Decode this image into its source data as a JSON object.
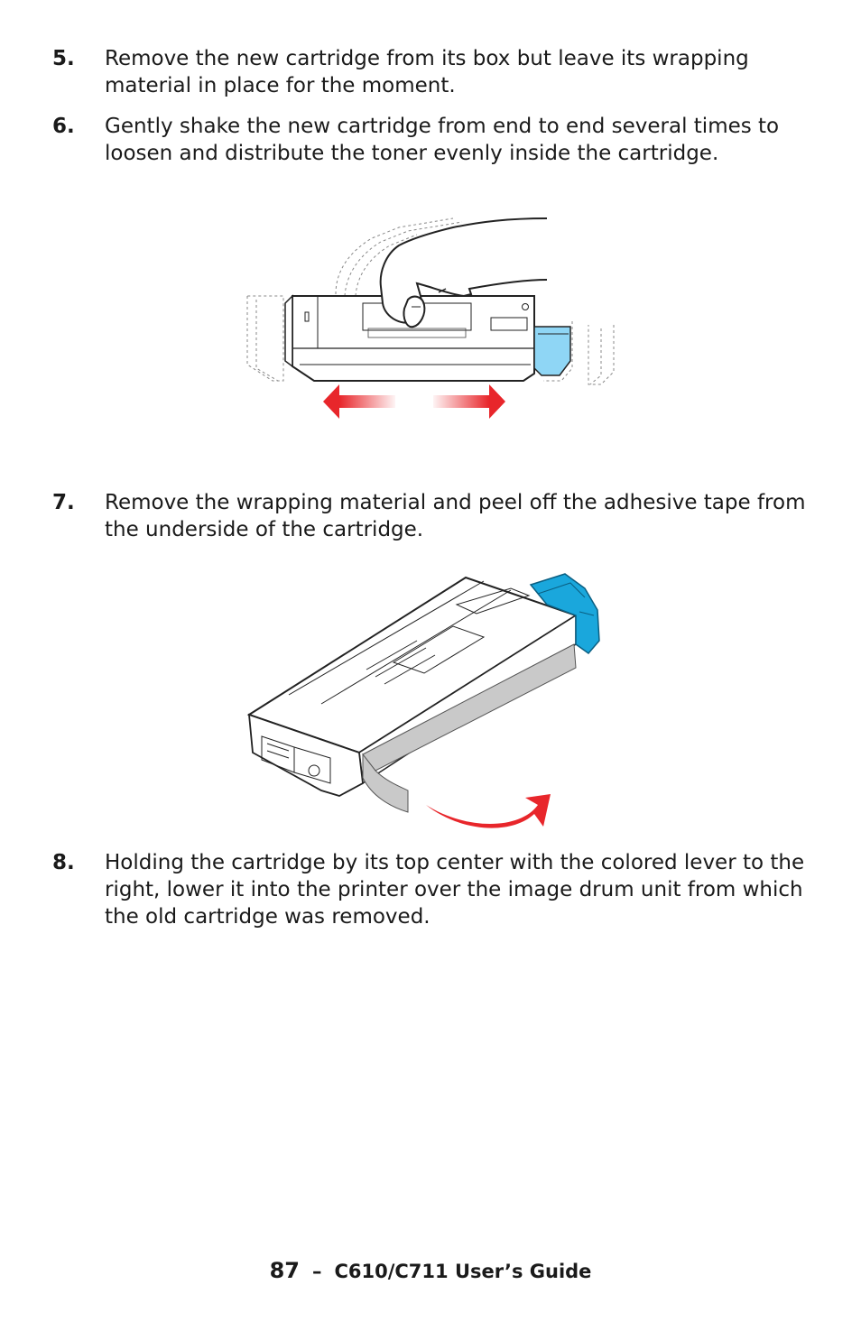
{
  "steps": [
    {
      "number": "5.",
      "text": "Remove the new cartridge from its box but leave its wrapping material in place for the moment."
    },
    {
      "number": "6.",
      "text": "Gently shake the new cartridge from end to end several times to loosen and distribute the toner evenly inside the cartridge."
    },
    {
      "number": "7.",
      "text": "Remove the wrapping material and peel off the adhesive tape from the underside of the cartridge."
    },
    {
      "number": "8.",
      "text": "Holding the cartridge by its top center with the colored lever to the right, lower it into the printer over the image drum unit from which the old cartridge was removed."
    }
  ],
  "footer": {
    "page_number": "87",
    "separator": "–",
    "guide_title": "C610/C711 User’s Guide"
  },
  "colors": {
    "lever_cyan": "#1aa7dc",
    "lever_light_cyan": "#8fd6f5",
    "arrow_red": "#e8262b",
    "tape_gray": "#c9c9c9"
  },
  "icons": [
    "hand-illustration",
    "toner-cartridge-illustration",
    "double-arrow-icon",
    "curved-arrow-icon"
  ]
}
